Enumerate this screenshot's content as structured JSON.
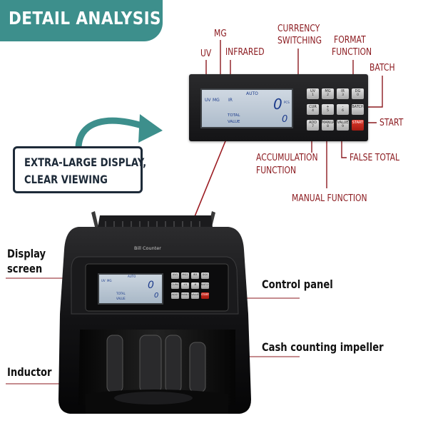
{
  "banner": {
    "title": "DETAIL ANALYSIS",
    "color": "#3d8f8c"
  },
  "callout": {
    "line1": "EXTRA-LARGE DISPLAY,",
    "line2": "CLEAR VIEWING"
  },
  "panel_labels": {
    "uv": "UV",
    "mg": "MG",
    "infrared": "INFRARED",
    "currency_switching_1": "CURRENCY",
    "currency_switching_2": "SWITCHING",
    "format_function_1": "FORMAT",
    "format_function_2": "FUNCTION",
    "batch": "BATCH",
    "start": "START",
    "accumulation_function_1": "ACCUMULATION",
    "accumulation_function_2": "FUNCTION",
    "false_total": "FALSE TOTAL",
    "manual_function": "MANUAL FUNCTION"
  },
  "lcd": {
    "indicators": [
      "UV",
      "MG",
      "IR"
    ],
    "mode": "AUTO",
    "main_value": "0",
    "unit": "PCS",
    "total_label": "TOTAL",
    "value_label": "VALUE",
    "sub_value": "0"
  },
  "keypad": [
    {
      "top": "UV",
      "bottom": "1"
    },
    {
      "top": "MG",
      "bottom": "2"
    },
    {
      "top": "IR",
      "bottom": "3"
    },
    {
      "top": "DG",
      "bottom": "0"
    },
    {
      "top": "CUR",
      "bottom": "4"
    },
    {
      "top": "+",
      "bottom": "5"
    },
    {
      "top": "-",
      "bottom": "6"
    },
    {
      "top": "BATCH",
      "bottom": ""
    },
    {
      "top": "ADD",
      "bottom": "7"
    },
    {
      "top": "MANUAL",
      "bottom": "8"
    },
    {
      "top": "VALUE",
      "bottom": "9"
    },
    {
      "top": "START",
      "bottom": ""
    }
  ],
  "machine": {
    "brand_plate": "Bill Counter"
  },
  "machine_labels": {
    "display_screen_1": "Display",
    "display_screen_2": "screen",
    "control_panel": "Control panel",
    "impeller": "Cash counting impeller",
    "inductor": "Inductor"
  },
  "colors": {
    "label_red": "#8b1a1f",
    "teal": "#3d8f8c",
    "lcd_blue": "#1d3c8c",
    "start_red": "#d8291e"
  }
}
